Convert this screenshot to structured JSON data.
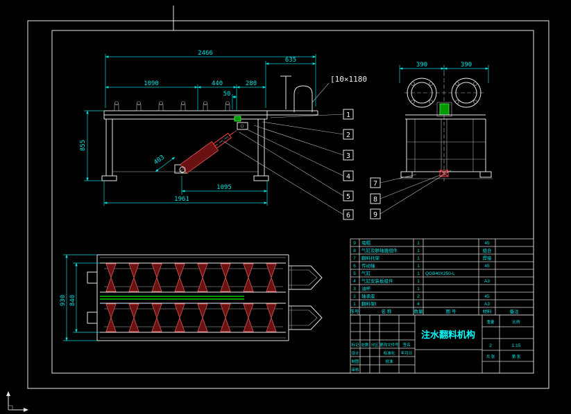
{
  "side_view": {
    "d2466": "2466",
    "d635": "635",
    "d1090": "1090",
    "d440": "440",
    "d280": "280",
    "d50": "50",
    "d855": "855",
    "d403": "403",
    "d1095": "1095",
    "d1961": "1961",
    "channel_label": "[10×1180"
  },
  "end_view": {
    "d390_left": "390",
    "d390_right": "390"
  },
  "plan_view": {
    "d930": "930",
    "d840": "840"
  },
  "balloons": {
    "b1": "1",
    "b2": "2",
    "b3": "3",
    "b4": "4",
    "b5": "5",
    "b6": "6",
    "b7": "7",
    "b8": "8",
    "b9": "9"
  },
  "bom": {
    "headers": {
      "no": "序号",
      "name": "名  称",
      "qty": "数量",
      "code": "图  号",
      "material": "材料",
      "remark": "备注"
    },
    "rows": [
      {
        "no": "9",
        "name": "堵帽",
        "qty": "1",
        "code": "",
        "material": "45"
      },
      {
        "no": "8",
        "name": "气缸及联轴器组件",
        "qty": "1",
        "code": "",
        "material": "组合"
      },
      {
        "no": "7",
        "name": "翻料托架",
        "qty": "1",
        "code": "",
        "material": "焊接"
      },
      {
        "no": "6",
        "name": "传动轴",
        "qty": "1",
        "code": "",
        "material": "45"
      },
      {
        "no": "5",
        "name": "气缸",
        "qty": "1",
        "code": "QGB40X250-L",
        "material": ""
      },
      {
        "no": "4",
        "name": "气缸安装板组件",
        "qty": "1",
        "code": "",
        "material": "A3"
      },
      {
        "no": "3",
        "name": "油杯",
        "qty": "1",
        "code": "",
        "material": ""
      },
      {
        "no": "2",
        "name": "轴承座",
        "qty": "2",
        "code": "",
        "material": "45"
      },
      {
        "no": "1",
        "name": "翻料架Ⅰ",
        "qty": "4",
        "code": "",
        "material": "A3"
      }
    ]
  },
  "title_block": {
    "title": "注水翻料机构",
    "labels": {
      "mark": "标记",
      "count": "处数",
      "zone": "分区",
      "doc": "更改文件号",
      "sign": "签名",
      "design": "设计",
      "standard": "标准化",
      "date": "年月日",
      "draft": "制图",
      "approve": "批准",
      "check": "审核",
      "weight": "重量",
      "scale": "比例",
      "sheets": "共 张",
      "page": "第 张"
    },
    "values": {
      "scale": "1:15",
      "sheet": "2"
    }
  }
}
